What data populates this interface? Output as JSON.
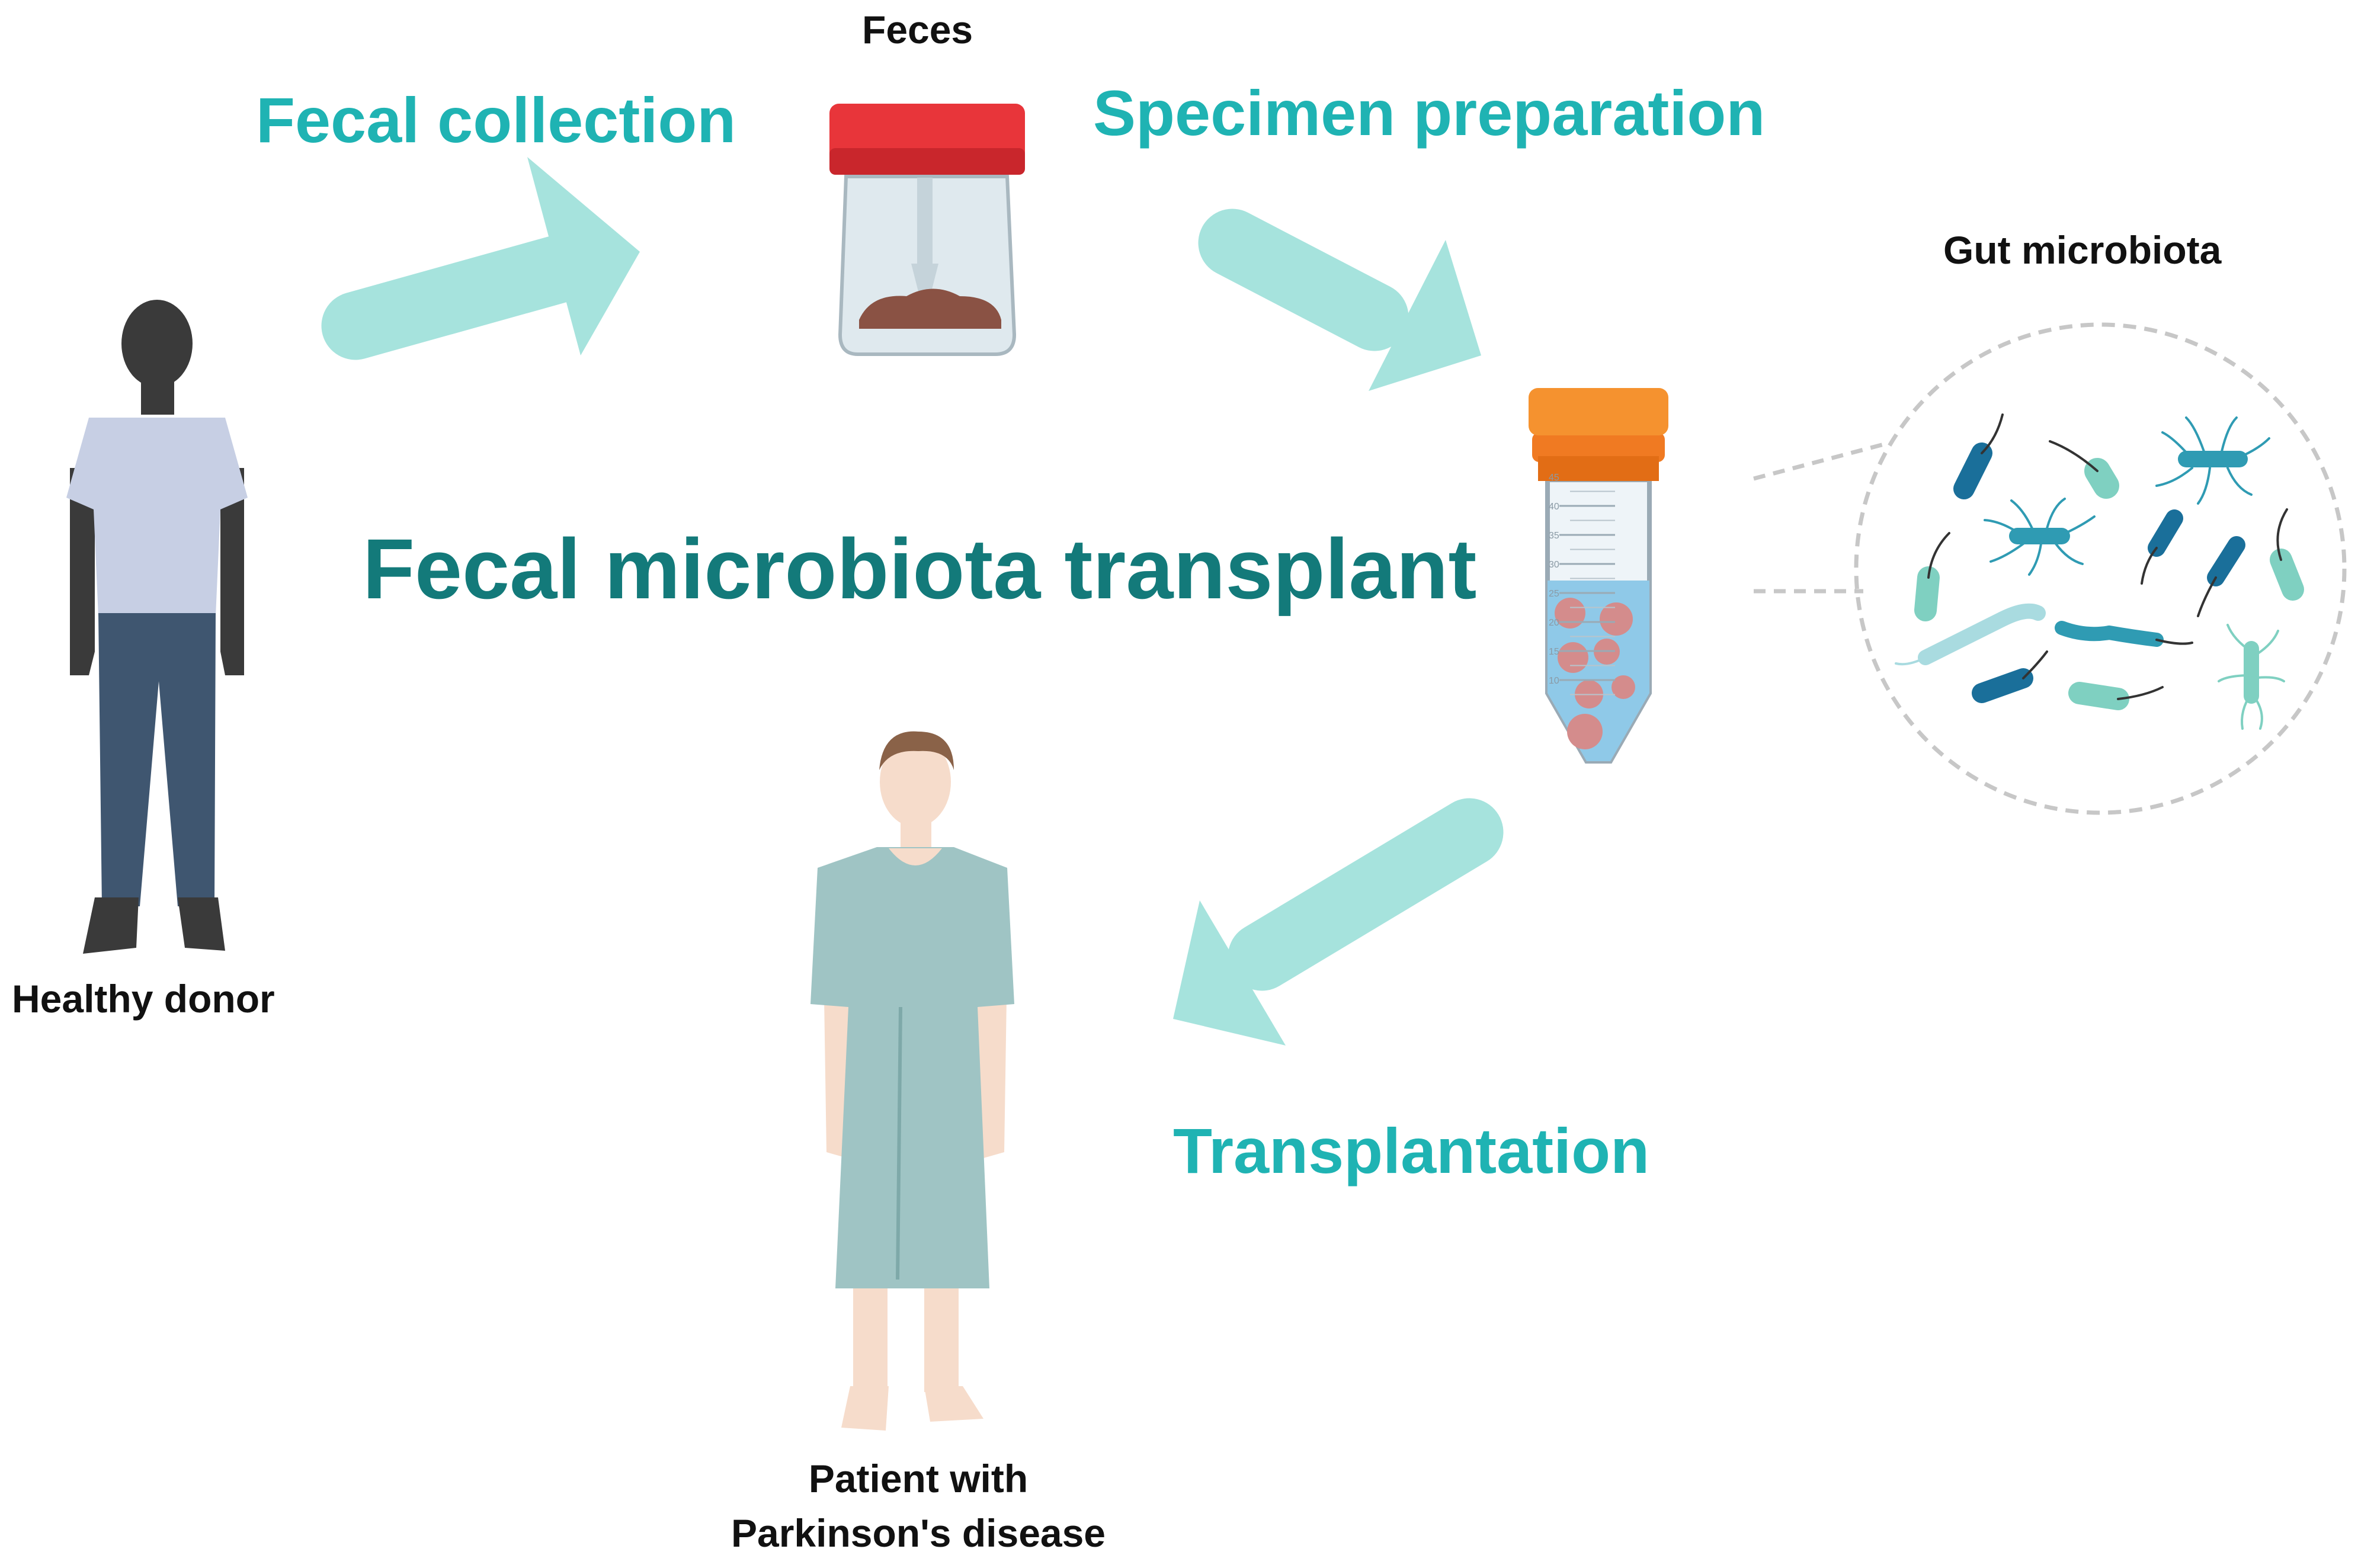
{
  "title": "Fecal microbiota transplant",
  "steps": {
    "collection": "Fecal collection",
    "preparation": "Specimen preparation",
    "transplantation": "Transplantation"
  },
  "objects": {
    "feces": "Feces",
    "gut_microbiota": "Gut microbiota",
    "donor": "Healthy donor",
    "patient_line1": "Patient with",
    "patient_line2": "Parkinson's disease"
  },
  "tube_graduations": [
    "45",
    "40",
    "35",
    "30",
    "25",
    "20",
    "15",
    "10"
  ],
  "colors": {
    "arrow": "#a6e3dd",
    "step_text": "#1fb3b3",
    "title_text": "#137a7a",
    "jar_lid": "#e8353a",
    "tube_cap": "#f07a22",
    "donor_skin": "#3a3a3a",
    "donor_shirt": "#c7cfe4",
    "donor_pants": "#3f5670",
    "gown": "#9fc4c4",
    "patient_skin": "#f6dccb"
  }
}
